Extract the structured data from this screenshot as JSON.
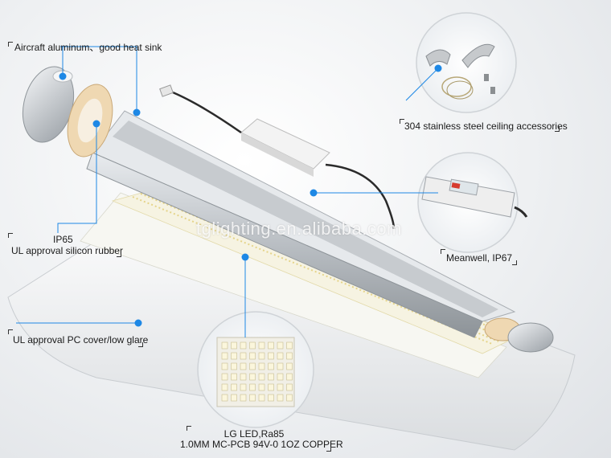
{
  "labels": {
    "heat_sink": "Aircraft aluminum、good heat sink",
    "ceiling_accessories": "304 stainless steel ceiling accessories",
    "ip65": "IP65",
    "silicon_rubber": "UL approval silicon rubber",
    "driver": "Meanwell, IP67",
    "pc_cover": "UL approval PC cover/low glare",
    "led_line1": "LG LED,Ra85",
    "led_line2": "1.0MM  MC-PCB  94V-0  1OZ COPPER"
  },
  "watermark": "tglighting.en.alibaba.com",
  "colors": {
    "callout_line": "#1e88e5",
    "callout_dot": "#1e88e5",
    "aluminum": "#c9cdd1",
    "led": "#f4e9b0"
  }
}
